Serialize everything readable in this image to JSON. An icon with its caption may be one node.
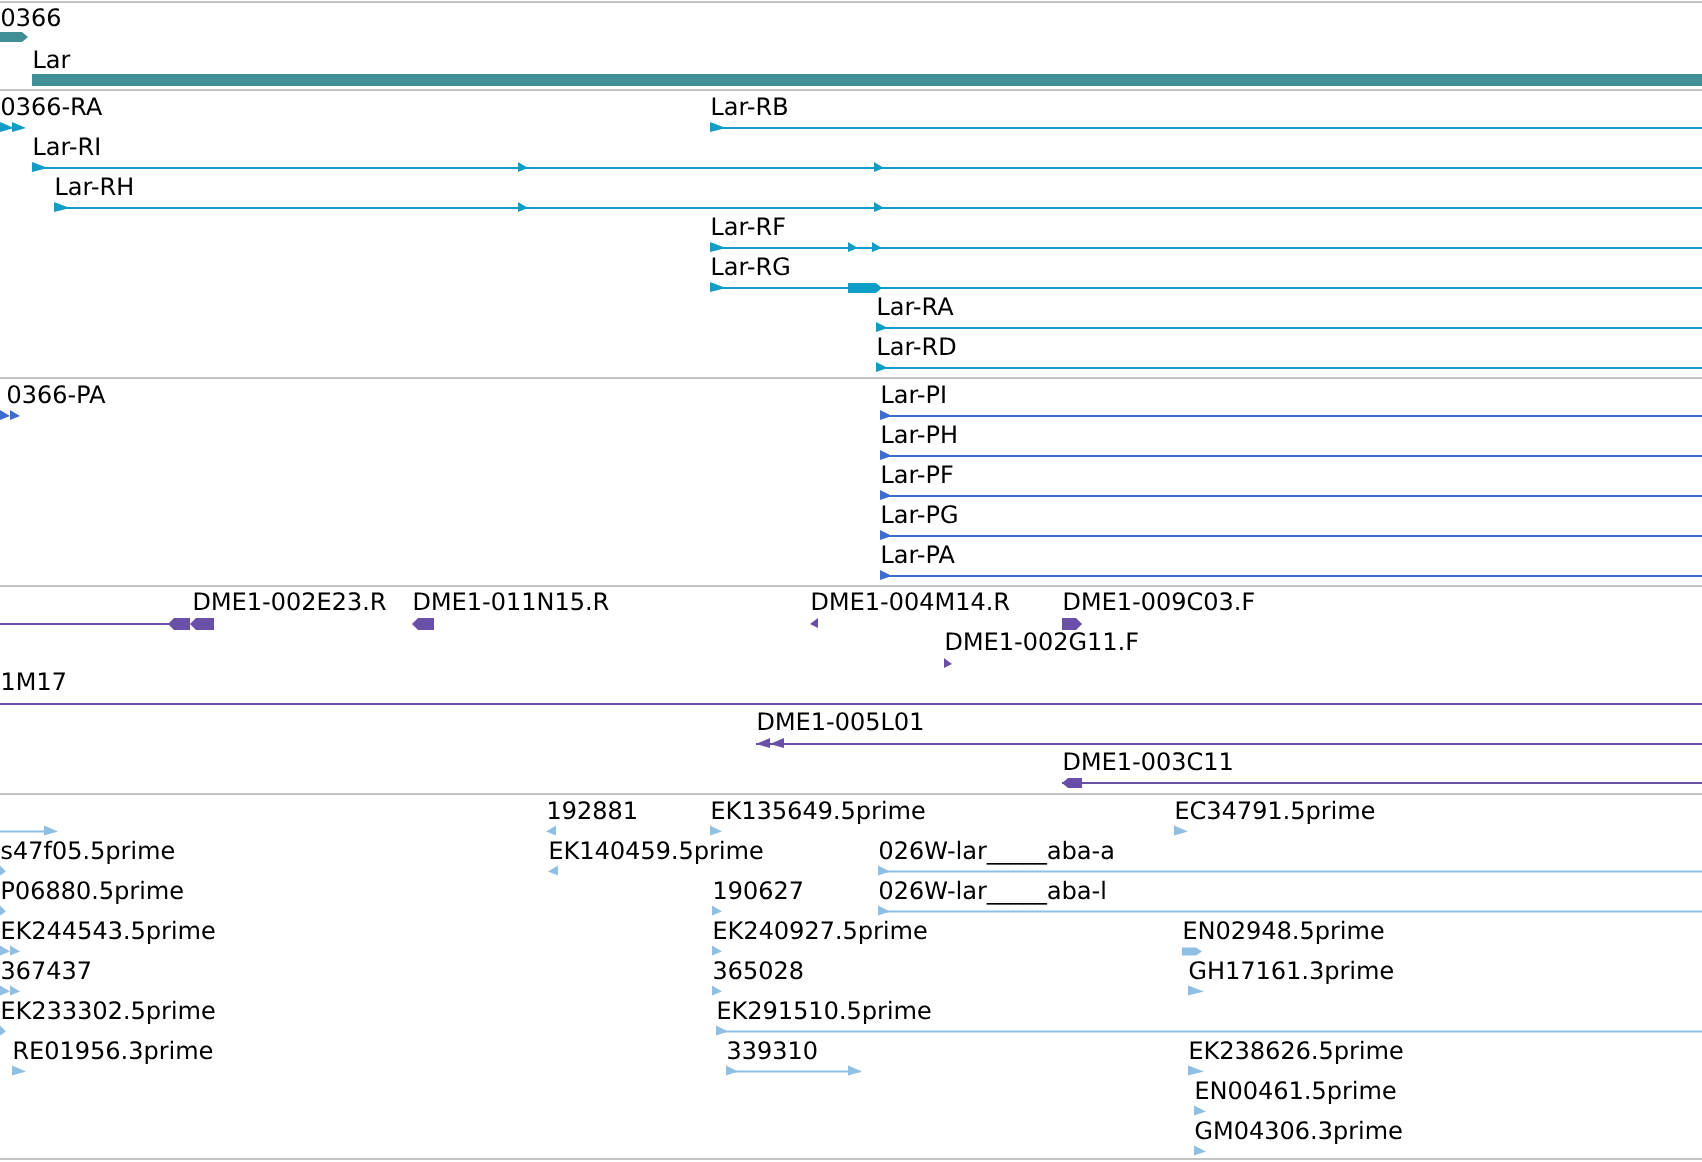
{
  "diagram": {
    "labels": [
      "0366",
      "Lar",
      "0366-RA",
      "Lar-RB",
      "Lar-RI",
      "Lar-RH",
      "Lar-RF",
      "Lar-RG",
      "Lar-RA",
      "Lar-RD",
      "0366-PA",
      "Lar-PI",
      "Lar-PH",
      "Lar-PF",
      "Lar-PG",
      "Lar-PA",
      "DME1-002E23.R",
      "DME1-011N15.R",
      "DME1-004M14.R",
      "DME1-009C03.F",
      "DME1-002G11.F",
      "1M17",
      "DME1-005L01",
      "DME1-003C11",
      "192881",
      "EK135649.5prime",
      "EC34791.5prime",
      "s47f05.5prime",
      "EK140459.5prime",
      "026W-lar_____aba-a",
      "P06880.5prime",
      "190627",
      "026W-lar_____aba-l",
      "EK244543.5prime",
      "EK240927.5prime",
      "EN02948.5prime",
      "367437",
      "365028",
      "GH17161.3prime",
      "EK233302.5prime",
      "EK291510.5prime",
      "RE01956.3prime",
      "339310",
      "EK238626.5prime",
      "EN00461.5prime",
      "GM04306.3prime"
    ]
  }
}
